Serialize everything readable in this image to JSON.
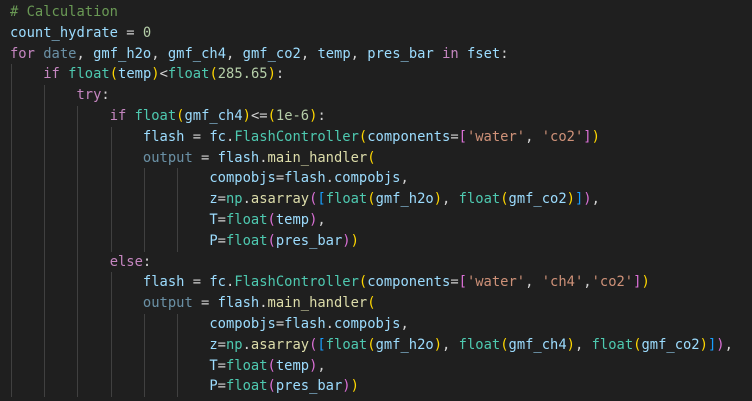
{
  "editor": {
    "colors": {
      "background": "#1f1f1f",
      "keyword": "#c586c0",
      "variable": "#9cdcfe",
      "class": "#4ec9b0",
      "function": "#dcdcaa",
      "number": "#b5cea8",
      "string": "#ce9178",
      "comment": "#6a9955"
    },
    "lines": [
      {
        "indent": 0,
        "tokens": [
          [
            "# Calculation",
            "com"
          ]
        ]
      },
      {
        "indent": 0,
        "tokens": [
          [
            "count_hydrate",
            "var"
          ],
          [
            " = ",
            "op"
          ],
          [
            "0",
            "num"
          ]
        ]
      },
      {
        "indent": 0,
        "tokens": [
          [
            "for",
            "kw"
          ],
          [
            " ",
            "op"
          ],
          [
            "date",
            "dim"
          ],
          [
            ", ",
            "op"
          ],
          [
            "gmf_h2o",
            "var"
          ],
          [
            ", ",
            "op"
          ],
          [
            "gmf_ch4",
            "var"
          ],
          [
            ", ",
            "op"
          ],
          [
            "gmf_co2",
            "var"
          ],
          [
            ", ",
            "op"
          ],
          [
            "temp",
            "var"
          ],
          [
            ", ",
            "op"
          ],
          [
            "pres_bar",
            "var"
          ],
          [
            " ",
            "op"
          ],
          [
            "in",
            "kw"
          ],
          [
            " ",
            "op"
          ],
          [
            "fset",
            "var"
          ],
          [
            ":",
            "op"
          ]
        ]
      },
      {
        "indent": 4,
        "tokens": [
          [
            "if",
            "kw"
          ],
          [
            " ",
            "op"
          ],
          [
            "float",
            "cls"
          ],
          [
            "(",
            "b1"
          ],
          [
            "temp",
            "var"
          ],
          [
            ")",
            "b1"
          ],
          [
            "<",
            "op"
          ],
          [
            "float",
            "cls"
          ],
          [
            "(",
            "b1"
          ],
          [
            "285.65",
            "num"
          ],
          [
            ")",
            "b1"
          ],
          [
            ":",
            "op"
          ]
        ]
      },
      {
        "indent": 8,
        "tokens": [
          [
            "try",
            "kw"
          ],
          [
            ":",
            "op"
          ]
        ]
      },
      {
        "indent": 12,
        "tokens": [
          [
            "if",
            "kw"
          ],
          [
            " ",
            "op"
          ],
          [
            "float",
            "cls"
          ],
          [
            "(",
            "b1"
          ],
          [
            "gmf_ch4",
            "var"
          ],
          [
            ")",
            "b1"
          ],
          [
            "<=",
            "op"
          ],
          [
            "(",
            "b1"
          ],
          [
            "1e-6",
            "num"
          ],
          [
            ")",
            "b1"
          ],
          [
            ":",
            "op"
          ]
        ]
      },
      {
        "indent": 16,
        "tokens": [
          [
            "flash",
            "var"
          ],
          [
            " = ",
            "op"
          ],
          [
            "fc",
            "var"
          ],
          [
            ".",
            "op"
          ],
          [
            "FlashController",
            "cls"
          ],
          [
            "(",
            "b1"
          ],
          [
            "components",
            "var"
          ],
          [
            "=",
            "op"
          ],
          [
            "[",
            "b2"
          ],
          [
            "'water'",
            "str"
          ],
          [
            ", ",
            "op"
          ],
          [
            "'co2'",
            "str"
          ],
          [
            "]",
            "b2"
          ],
          [
            ")",
            "b1"
          ]
        ]
      },
      {
        "indent": 16,
        "tokens": [
          [
            "output",
            "dim"
          ],
          [
            " = ",
            "op"
          ],
          [
            "flash",
            "var"
          ],
          [
            ".",
            "op"
          ],
          [
            "main_handler",
            "fn"
          ],
          [
            "(",
            "b1"
          ]
        ]
      },
      {
        "indent": 24,
        "tokens": [
          [
            "compobjs",
            "var"
          ],
          [
            "=",
            "op"
          ],
          [
            "flash",
            "var"
          ],
          [
            ".",
            "op"
          ],
          [
            "compobjs",
            "var"
          ],
          [
            ",",
            "op"
          ]
        ]
      },
      {
        "indent": 24,
        "tokens": [
          [
            "z",
            "var"
          ],
          [
            "=",
            "op"
          ],
          [
            "np",
            "cls"
          ],
          [
            ".",
            "op"
          ],
          [
            "asarray",
            "fn"
          ],
          [
            "(",
            "b2"
          ],
          [
            "[",
            "b3"
          ],
          [
            "float",
            "cls"
          ],
          [
            "(",
            "b1"
          ],
          [
            "gmf_h2o",
            "var"
          ],
          [
            ")",
            "b1"
          ],
          [
            ", ",
            "op"
          ],
          [
            "float",
            "cls"
          ],
          [
            "(",
            "b1"
          ],
          [
            "gmf_co2",
            "var"
          ],
          [
            ")",
            "b1"
          ],
          [
            "]",
            "b3"
          ],
          [
            ")",
            "b2"
          ],
          [
            ",",
            "op"
          ]
        ]
      },
      {
        "indent": 24,
        "tokens": [
          [
            "T",
            "var"
          ],
          [
            "=",
            "op"
          ],
          [
            "float",
            "cls"
          ],
          [
            "(",
            "b2"
          ],
          [
            "temp",
            "var"
          ],
          [
            ")",
            "b2"
          ],
          [
            ",",
            "op"
          ]
        ]
      },
      {
        "indent": 24,
        "tokens": [
          [
            "P",
            "var"
          ],
          [
            "=",
            "op"
          ],
          [
            "float",
            "cls"
          ],
          [
            "(",
            "b2"
          ],
          [
            "pres_bar",
            "var"
          ],
          [
            ")",
            "b2"
          ],
          [
            ")",
            "b1"
          ]
        ]
      },
      {
        "indent": 12,
        "tokens": [
          [
            "else",
            "kw"
          ],
          [
            ":",
            "op"
          ]
        ]
      },
      {
        "indent": 16,
        "tokens": [
          [
            "flash",
            "var"
          ],
          [
            " = ",
            "op"
          ],
          [
            "fc",
            "var"
          ],
          [
            ".",
            "op"
          ],
          [
            "FlashController",
            "cls"
          ],
          [
            "(",
            "b1"
          ],
          [
            "components",
            "var"
          ],
          [
            "=",
            "op"
          ],
          [
            "[",
            "b2"
          ],
          [
            "'water'",
            "str"
          ],
          [
            ", ",
            "op"
          ],
          [
            "'ch4'",
            "str"
          ],
          [
            ",",
            "op"
          ],
          [
            "'co2'",
            "str"
          ],
          [
            "]",
            "b2"
          ],
          [
            ")",
            "b1"
          ]
        ]
      },
      {
        "indent": 16,
        "tokens": [
          [
            "output",
            "dim"
          ],
          [
            " = ",
            "op"
          ],
          [
            "flash",
            "var"
          ],
          [
            ".",
            "op"
          ],
          [
            "main_handler",
            "fn"
          ],
          [
            "(",
            "b1"
          ]
        ]
      },
      {
        "indent": 24,
        "tokens": [
          [
            "compobjs",
            "var"
          ],
          [
            "=",
            "op"
          ],
          [
            "flash",
            "var"
          ],
          [
            ".",
            "op"
          ],
          [
            "compobjs",
            "var"
          ],
          [
            ",",
            "op"
          ]
        ]
      },
      {
        "indent": 24,
        "tokens": [
          [
            "z",
            "var"
          ],
          [
            "=",
            "op"
          ],
          [
            "np",
            "cls"
          ],
          [
            ".",
            "op"
          ],
          [
            "asarray",
            "fn"
          ],
          [
            "(",
            "b2"
          ],
          [
            "[",
            "b3"
          ],
          [
            "float",
            "cls"
          ],
          [
            "(",
            "b1"
          ],
          [
            "gmf_h2o",
            "var"
          ],
          [
            ")",
            "b1"
          ],
          [
            ", ",
            "op"
          ],
          [
            "float",
            "cls"
          ],
          [
            "(",
            "b1"
          ],
          [
            "gmf_ch4",
            "var"
          ],
          [
            ")",
            "b1"
          ],
          [
            ", ",
            "op"
          ],
          [
            "float",
            "cls"
          ],
          [
            "(",
            "b1"
          ],
          [
            "gmf_co2",
            "var"
          ],
          [
            ")",
            "b1"
          ],
          [
            "]",
            "b3"
          ],
          [
            ")",
            "b2"
          ],
          [
            ",",
            "op"
          ]
        ]
      },
      {
        "indent": 24,
        "tokens": [
          [
            "T",
            "var"
          ],
          [
            "=",
            "op"
          ],
          [
            "float",
            "cls"
          ],
          [
            "(",
            "b2"
          ],
          [
            "temp",
            "var"
          ],
          [
            ")",
            "b2"
          ],
          [
            ",",
            "op"
          ]
        ]
      },
      {
        "indent": 24,
        "tokens": [
          [
            "P",
            "var"
          ],
          [
            "=",
            "op"
          ],
          [
            "float",
            "cls"
          ],
          [
            "(",
            "b2"
          ],
          [
            "pres_bar",
            "var"
          ],
          [
            ")",
            "b2"
          ],
          [
            ")",
            "b1"
          ]
        ]
      }
    ]
  }
}
